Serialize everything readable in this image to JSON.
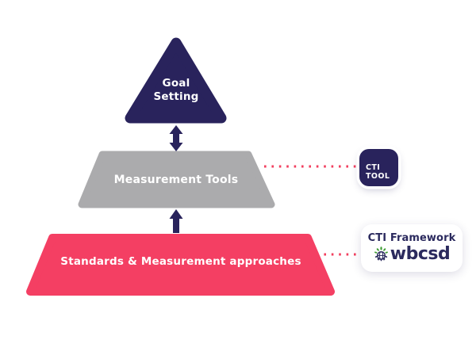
{
  "pyramid": {
    "goal": {
      "line1": "Goal",
      "line2": "Setting",
      "color": "#29235C"
    },
    "tools": {
      "label": "Measurement Tools",
      "color": "#ABABAD"
    },
    "standards": {
      "label": "Standards & Measurement approaches",
      "color": "#F43F63"
    }
  },
  "connectors": {
    "arrow_color": "#29235C",
    "dotted_line_color": "#F23E5E"
  },
  "badges": {
    "cti_tool": {
      "line1": "CTI",
      "line2": "TOOL",
      "bg": "#29235C",
      "text_color": "#FFFFFF"
    },
    "framework_card": {
      "title": "CTI Framework",
      "brand": "wbcsd",
      "text_color": "#2B2A5E",
      "icon": "wbcsd-globe-icon",
      "icon_green": "#3F9C35"
    }
  },
  "colors": {
    "background": "#FFFFFF",
    "navy": "#29235C",
    "gray": "#ABABAD",
    "pink": "#F43F63",
    "dotted_pink": "#F23E5E"
  }
}
